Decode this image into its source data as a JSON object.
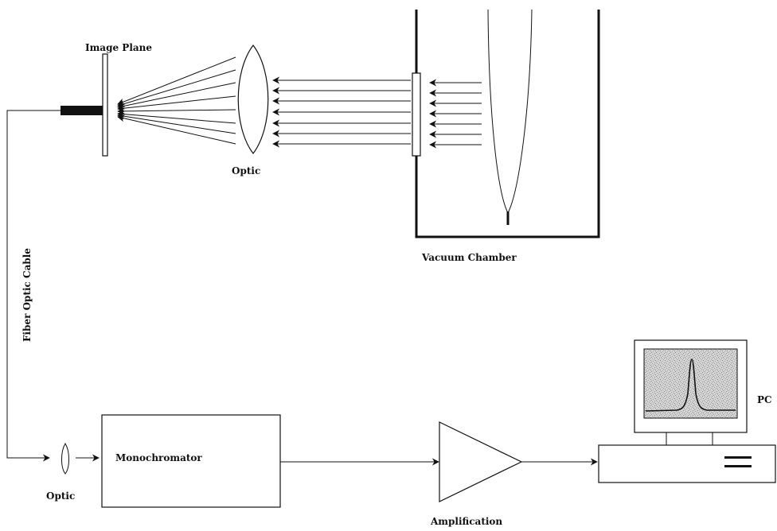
{
  "labels": {
    "image_plane": "Image Plane",
    "optic_top": "Optic",
    "vacuum_chamber": "Vacuum Chamber",
    "fiber_optic_cable": "Fiber Optic Cable",
    "optic_bottom": "Optic",
    "monochromator": "Monochromator",
    "amplification": "Amplification",
    "pc": "PC"
  }
}
